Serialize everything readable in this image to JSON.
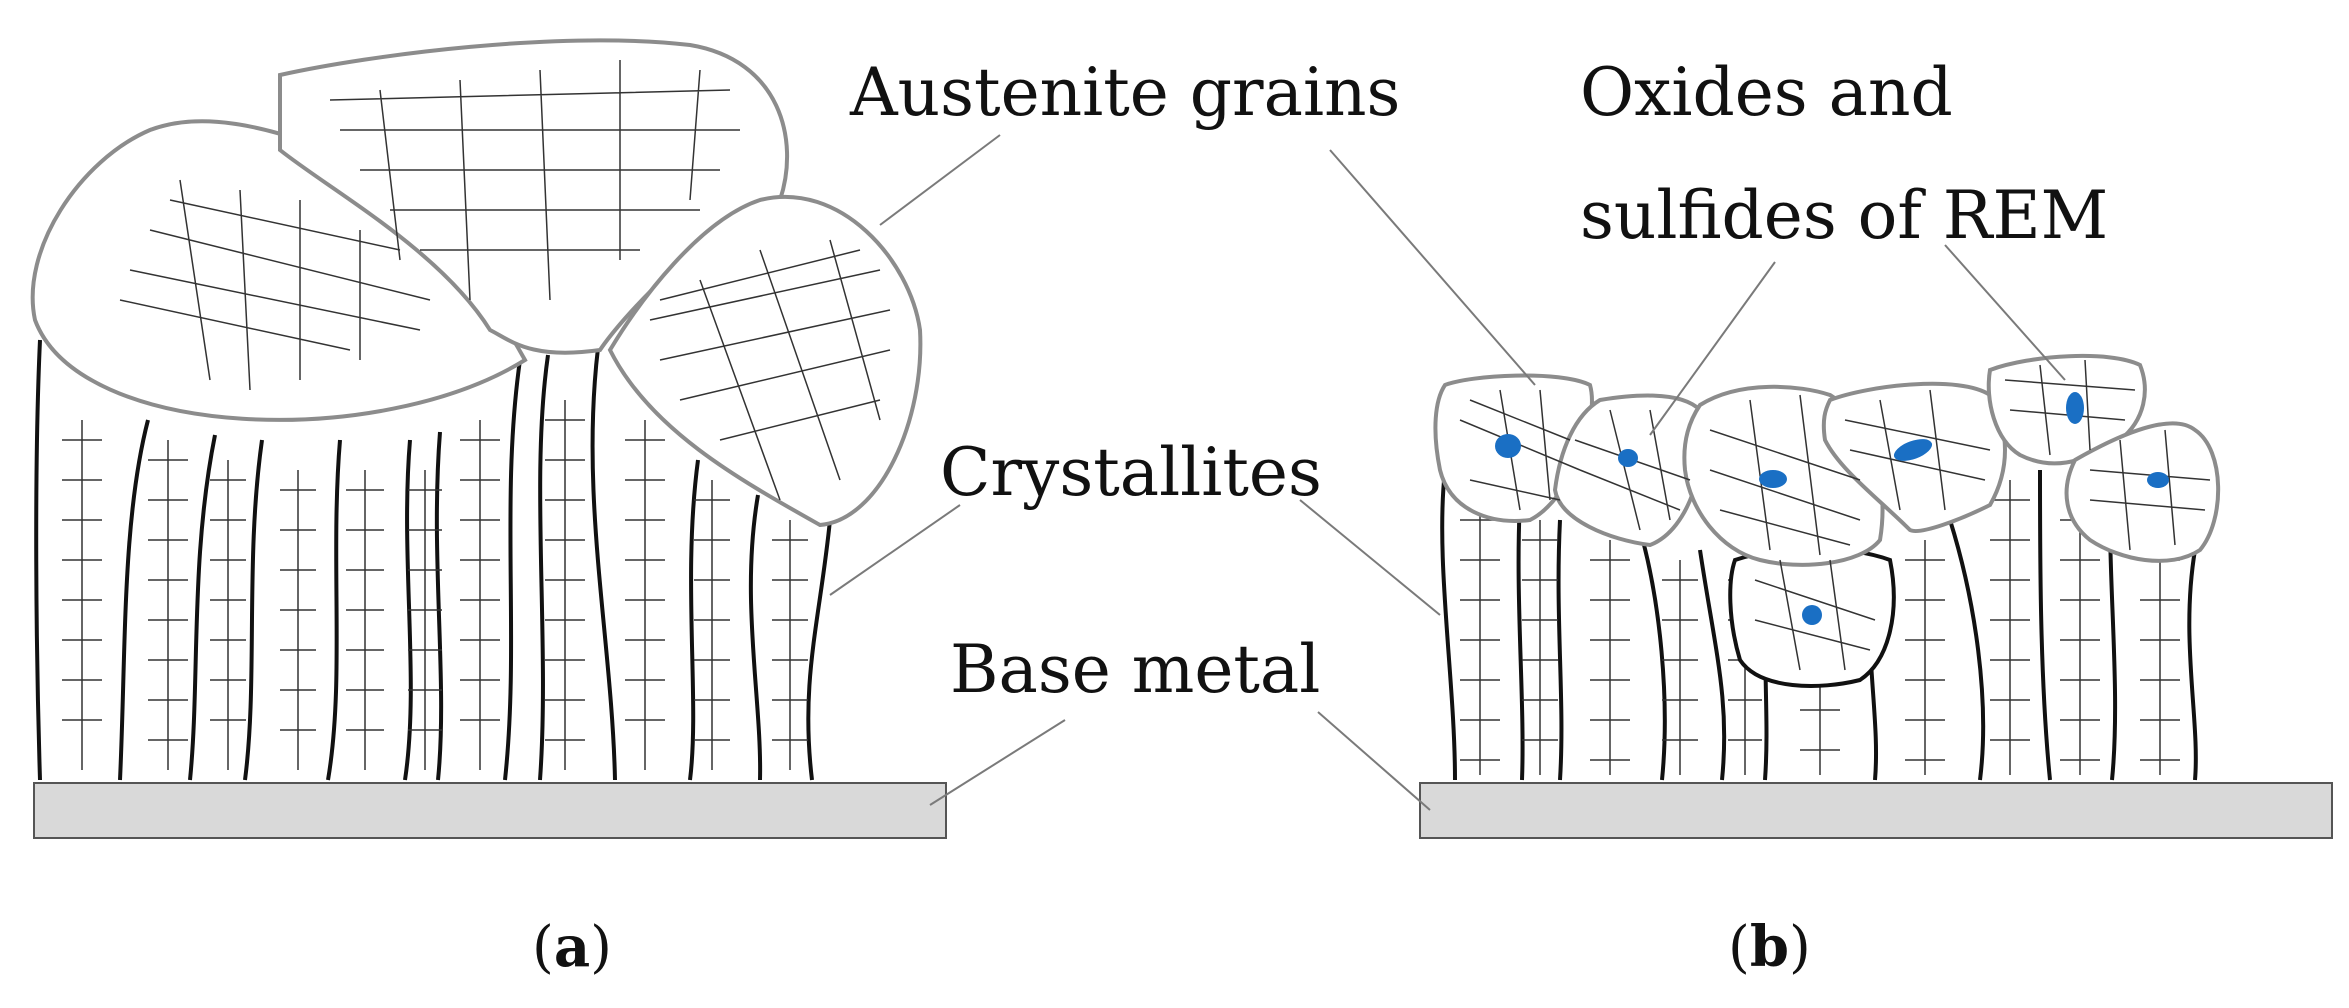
{
  "labels": {
    "austenite_grains": "Austenite grains",
    "oxides_line1": "Oxides and",
    "oxides_line2": "sulfides of REM",
    "crystallites": "Crystallites",
    "base_metal": "Base metal"
  },
  "captions": {
    "a_open": "(",
    "a_letter": "a",
    "a_close": ")",
    "b_open": "(",
    "b_letter": "b",
    "b_close": ")"
  },
  "colors": {
    "outline": "#111111",
    "grain_outline": "#8c8c8c",
    "base_fill": "#d9d9d9",
    "inclusion": "#1a6fc4",
    "leader": "#7a7a7a"
  }
}
